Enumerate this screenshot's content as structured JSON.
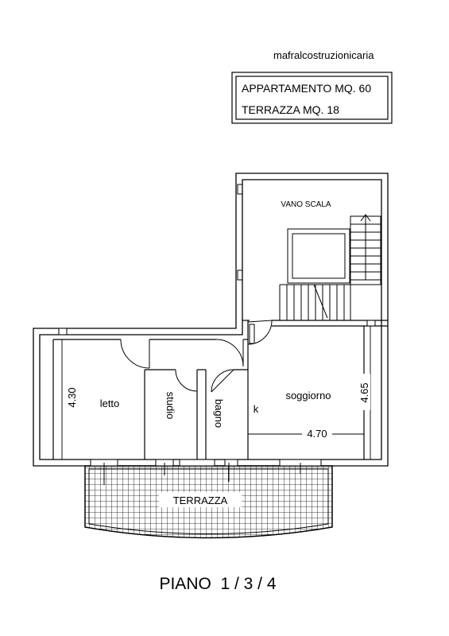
{
  "brand": "mafralcostruzionicaria",
  "info_box": {
    "line1": "APPARTAMENTO MQ. 60",
    "line2": "TERRAZZA  MQ. 18"
  },
  "rooms": {
    "stair": "VANO SCALA",
    "bedroom": "letto",
    "study": "studio",
    "bathroom": "bagno",
    "living": "soggiorno",
    "kitchen": "k",
    "terrace": "TERRAZZA"
  },
  "dimensions": {
    "left_height": "4.30",
    "right_height": "4.65",
    "living_width": "4.70"
  },
  "floor_label": "PIANO  1 / 3 / 4",
  "colors": {
    "ink": "#000000",
    "paper": "#ffffff"
  }
}
